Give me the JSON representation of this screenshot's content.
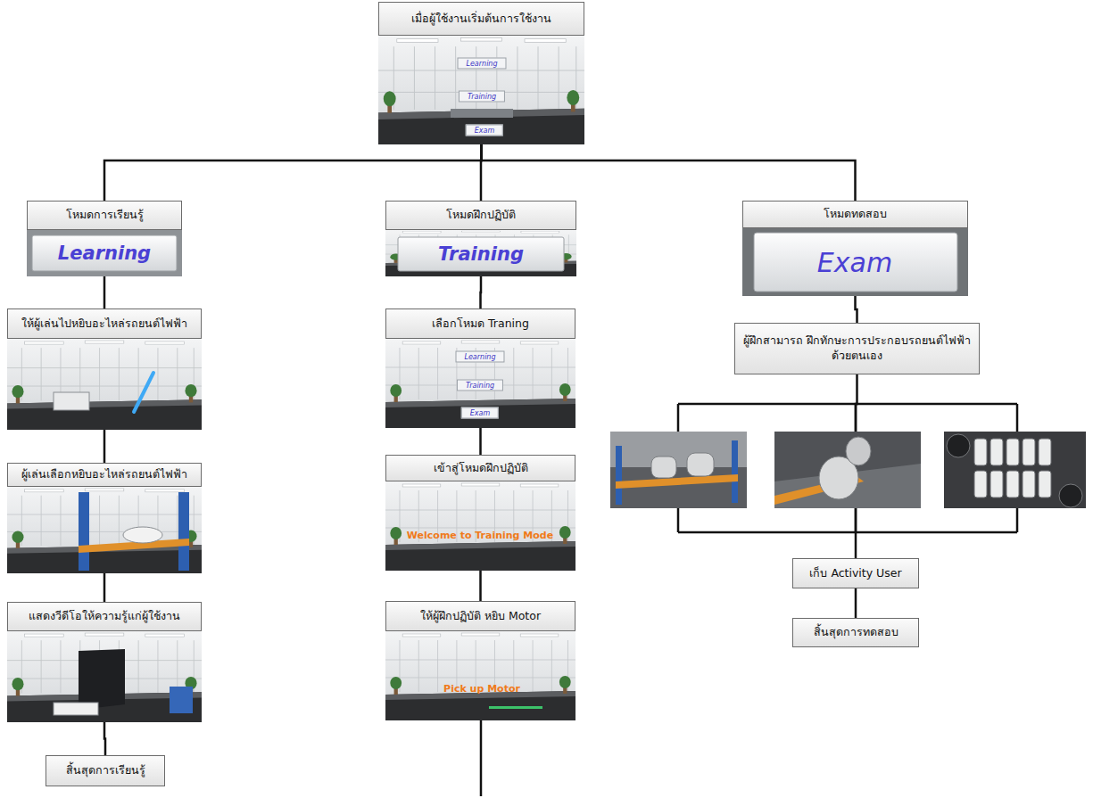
{
  "diagram": {
    "nodes": [
      {
        "text": [
          "เมื่อผู้ใช้งานเริ่มต้นการใช้งาน"
        ]
      },
      {
        "text": [
          "โหมดการเรียนรู้"
        ]
      },
      {
        "text": [
          "โหมดฝึกปฏิบัติ"
        ]
      },
      {
        "text": [
          "โหมดทดสอบ"
        ]
      },
      {
        "text": [
          "ให้ผู้เล่นไปหยิบอะไหล่รถยนต์ไฟฟ้า"
        ]
      },
      {
        "text": [
          "ผู้เล่นเลือกหยิบอะไหล่รถยนต์ไฟฟ้า"
        ]
      },
      {
        "text": [
          "แสดงวีดีโอให้ความรู้แก่ผู้ใช้งาน"
        ]
      },
      {
        "text": [
          "สิ้นสุดการเรียนรู้"
        ]
      },
      {
        "text": [
          "เลือกโหมด Traning"
        ]
      },
      {
        "text": [
          "เข้าสู่โหมดฝึกปฏิบัติ"
        ]
      },
      {
        "text": [
          "ให้ผู้ฝึกปฏิบัติ หยิบ Motor"
        ]
      },
      {
        "text": [
          "ผู้ฝึกสามารถ ฝึกทักษะการประกอบรถยนต์ไฟฟ้าด้วยตนเอง"
        ]
      },
      {
        "text": [
          "เก็บ Activity User"
        ]
      },
      {
        "text": [
          "สิ้นสุดการทดสอบ"
        ]
      }
    ],
    "edges": [
      {
        "from": 0,
        "to": 1,
        "arrow": "none"
      },
      {
        "from": 0,
        "to": 2,
        "arrow": "none"
      },
      {
        "from": 0,
        "to": 3,
        "arrow": "none"
      },
      {
        "from": 1,
        "to": 4,
        "arrow": "none"
      },
      {
        "from": 4,
        "to": 5,
        "arrow": "none"
      },
      {
        "from": 5,
        "to": 6,
        "arrow": "none"
      },
      {
        "from": 6,
        "to": 7,
        "arrow": "none"
      },
      {
        "from": 2,
        "to": 8,
        "arrow": "none"
      },
      {
        "from": 8,
        "to": 9,
        "arrow": "none"
      },
      {
        "from": 9,
        "to": 10,
        "arrow": "none"
      },
      {
        "from": 3,
        "to": 11,
        "arrow": "none"
      },
      {
        "from": 11,
        "to": 12,
        "arrow": "none"
      },
      {
        "from": 12,
        "to": 13,
        "arrow": "none"
      }
    ],
    "labels": [
      "Learning",
      "Training",
      "Exam",
      "Learning",
      "Training",
      "Exam",
      "Learning",
      "Training",
      "Exam",
      "Welcome to Training Mode",
      "Pick up Motor"
    ]
  }
}
